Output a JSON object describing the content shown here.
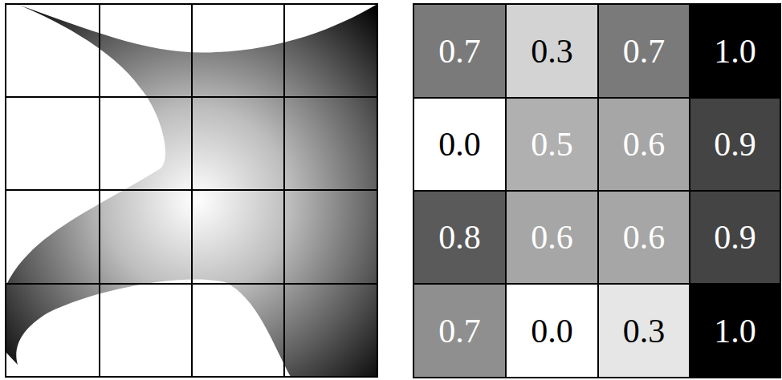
{
  "diagram": {
    "labels": [
      "0.7",
      "0.3",
      "0.7",
      "1.0",
      "0.0",
      "0.5",
      "0.6",
      "0.9",
      "0.8",
      "0.6",
      "0.6",
      "0.9",
      "0.7",
      "0.0",
      "0.3",
      "1.0"
    ]
  }
}
